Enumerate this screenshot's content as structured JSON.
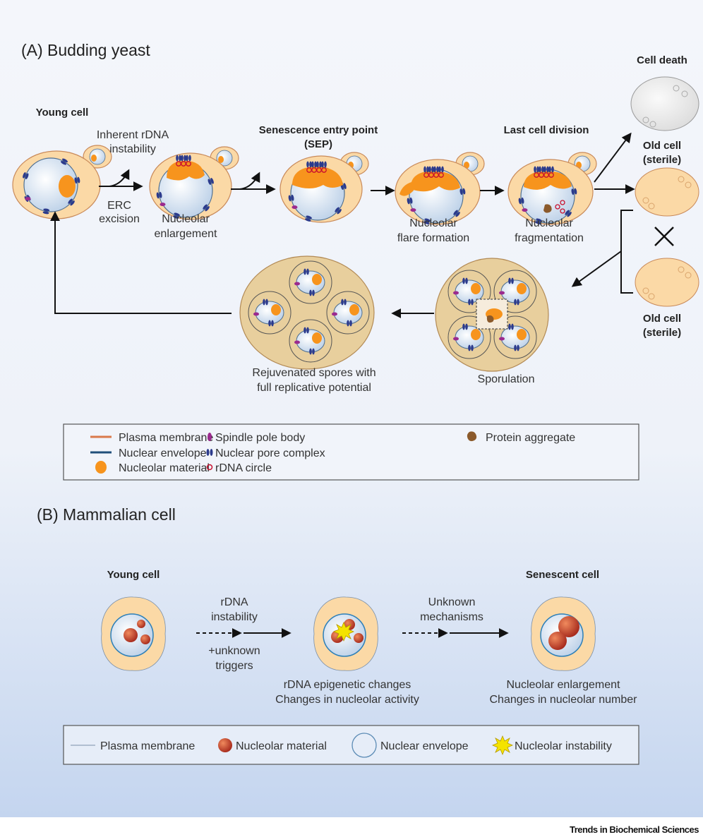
{
  "panel_a": {
    "title": "(A) Budding yeast",
    "labels": {
      "young_cell": "Young cell",
      "inherent_1": "Inherent rDNA",
      "inherent_2": "instability",
      "erc_1": "ERC",
      "erc_2": "excision",
      "enlarge_1": "Nucleolar",
      "enlarge_2": "enlargement",
      "sep_1": "Senescence entry point",
      "sep_2": "(SEP)",
      "flare_1": "Nucleolar",
      "flare_2": "flare formation",
      "last_division": "Last cell division",
      "frag_1": "Nucleolar",
      "frag_2": "fragmentation",
      "cell_death": "Cell death",
      "old1_1": "Old cell",
      "old1_2": "(sterile)",
      "old2_1": "Old cell",
      "old2_2": "(sterile)",
      "sporulation": "Sporulation",
      "spores_1": "Rejuvenated spores with",
      "spores_2": "full replicative potential"
    },
    "legend": [
      {
        "label": "Plasma membrane",
        "icon": "line",
        "color": "#d9794a"
      },
      {
        "label": "Nuclear envelope",
        "icon": "line",
        "color": "#1f4f7a"
      },
      {
        "label": "Nucleolar material",
        "icon": "circle",
        "color": "#f7941d"
      },
      {
        "label": "Spindle pole body",
        "icon": "oval",
        "color": "#9b2a8e"
      },
      {
        "label": "Nuclear pore complex",
        "icon": "double-oval",
        "color": "#2b3a8c"
      },
      {
        "label": "rDNA circle",
        "icon": "ring",
        "color": "#c8102e"
      },
      {
        "label": "Protein aggregate",
        "icon": "blob",
        "color": "#8b5a2b"
      }
    ]
  },
  "panel_b": {
    "title": "(B) Mammalian cell",
    "labels": {
      "young_cell": "Young cell",
      "senescent_cell": "Senescent cell",
      "rdna_1": "rDNA",
      "rdna_2": "instability",
      "trig_1": "+unknown",
      "trig_2": "triggers",
      "unk_1": "Unknown",
      "unk_2": "mechanisms",
      "mid_1": "rDNA epigenetic changes",
      "mid_2": "Changes in nucleolar activity",
      "sen_1": "Nucleolar enlargement",
      "sen_2": "Changes in nucleolar number"
    },
    "legend": [
      {
        "label": "Plasma membrane",
        "icon": "line",
        "color": "#7a8fa8"
      },
      {
        "label": "Nucleolar material",
        "icon": "sphere",
        "color": "#c0392b"
      },
      {
        "label": "Nuclear envelope",
        "icon": "circle-outline",
        "color": "#5b8bb5"
      },
      {
        "label": "Nucleolar instability",
        "icon": "star-burst",
        "color": "#f4e300"
      }
    ]
  },
  "footer": "Trends in Biochemical Sciences",
  "colors": {
    "cell": "#fbd9a6",
    "membrane": "#c98a5a",
    "nucleus": "#dce8f5",
    "nucleolus": "#f7941d",
    "mammal_nucleolus": "#c0392b"
  }
}
